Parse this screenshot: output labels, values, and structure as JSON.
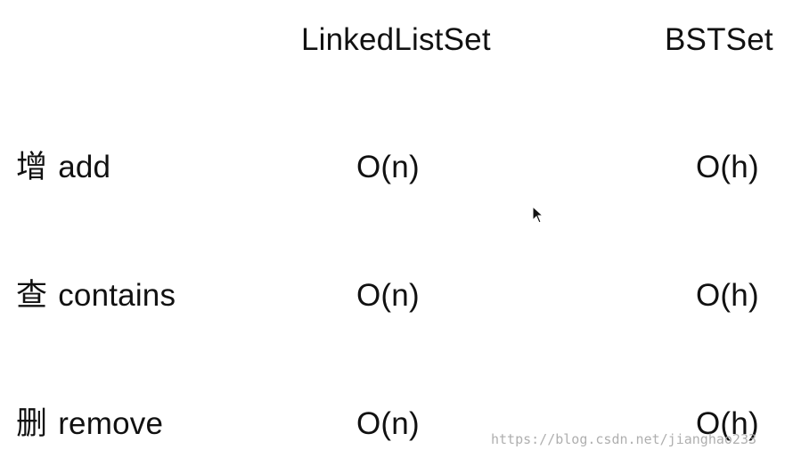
{
  "columns": {
    "linked_list_set": "LinkedListSet",
    "bst_set": "BSTSet"
  },
  "rows": [
    {
      "cjk": "增",
      "label": "add",
      "linked": "O(n)",
      "bst": "O(h)"
    },
    {
      "cjk": "查",
      "label": "contains",
      "linked": "O(n)",
      "bst": "O(h)"
    },
    {
      "cjk": "删",
      "label": "remove",
      "linked": "O(n)",
      "bst": "O(h)"
    }
  ],
  "watermark": "https://blog.csdn.net/jianghao233",
  "icons": {
    "cursor": "mouse-pointer-icon"
  }
}
